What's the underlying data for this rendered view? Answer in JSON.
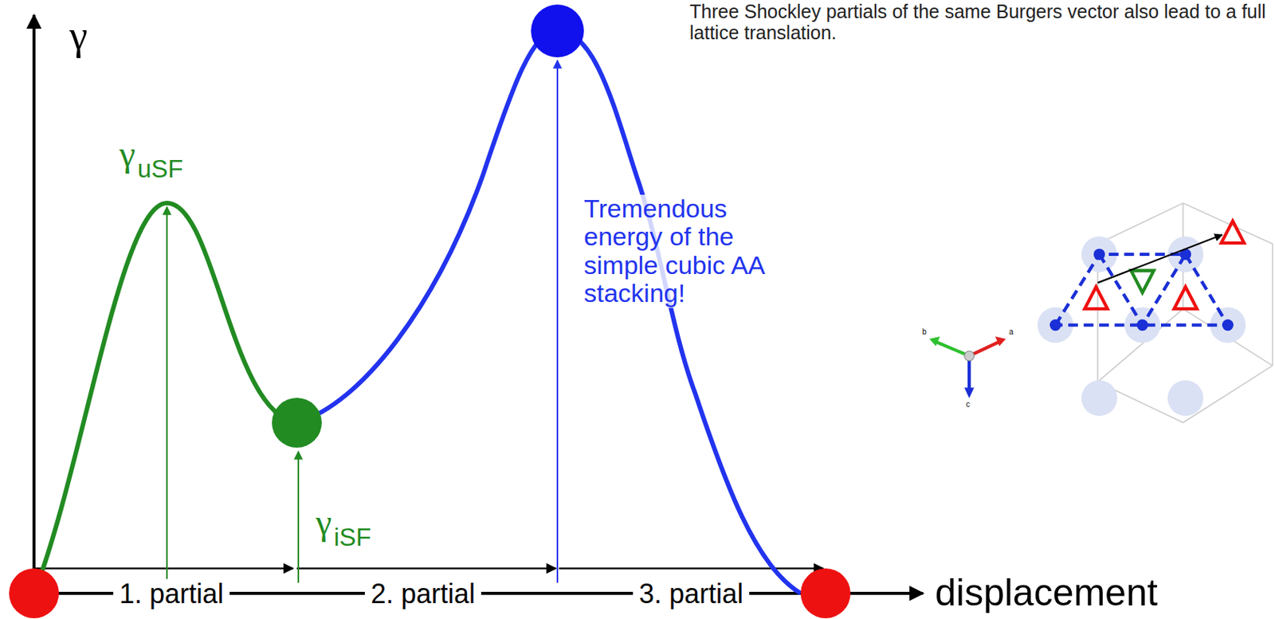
{
  "diagram": {
    "labels": [
      "γ",
      "γ",
      "uSF",
      "γ",
      "iSF",
      "Tremendous energy of the simple cubic AA stacking!",
      "1. partial",
      "2. partial",
      "3. partial",
      "displacement",
      "Three Shockley partials of the same Burgers vector also lead to a full lattice translation.",
      "b",
      "a",
      "c"
    ]
  }
}
